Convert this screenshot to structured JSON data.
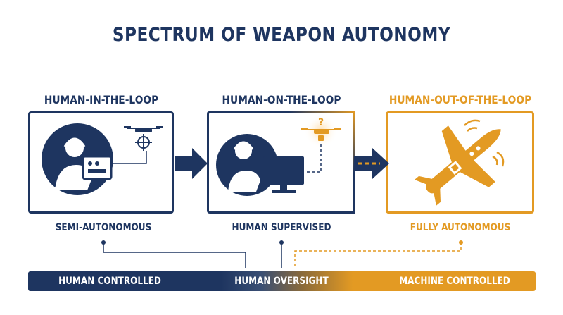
{
  "title": "SPECTRUM OF WEAPON AUTONOMY",
  "stages": [
    {
      "heading": "HUMAN-IN-THE-LOOP",
      "subtitle": "SEMI-AUTONOMOUS"
    },
    {
      "heading": "HUMAN-ON-THE-LOOP",
      "subtitle": "HUMAN SUPERVISED"
    },
    {
      "heading": "HUMAN-OUT-OF-THE-LOOP",
      "subtitle": "FULLY AUTONOMOUS"
    }
  ],
  "scale_bar": {
    "left_label": "HUMAN CONTROLLED",
    "middle_label": "HUMAN OVERSIGHT",
    "right_label": "MACHINE CONTROLLED"
  },
  "drone_question_mark": "?",
  "colors": {
    "navy": "#1e3560",
    "orange": "#e39a23"
  },
  "icons": [
    "operator-headset-icon",
    "drone-target-icon",
    "monitor-icon",
    "drone-question-icon",
    "autonomous-jet-icon",
    "arrow-right-icon"
  ]
}
